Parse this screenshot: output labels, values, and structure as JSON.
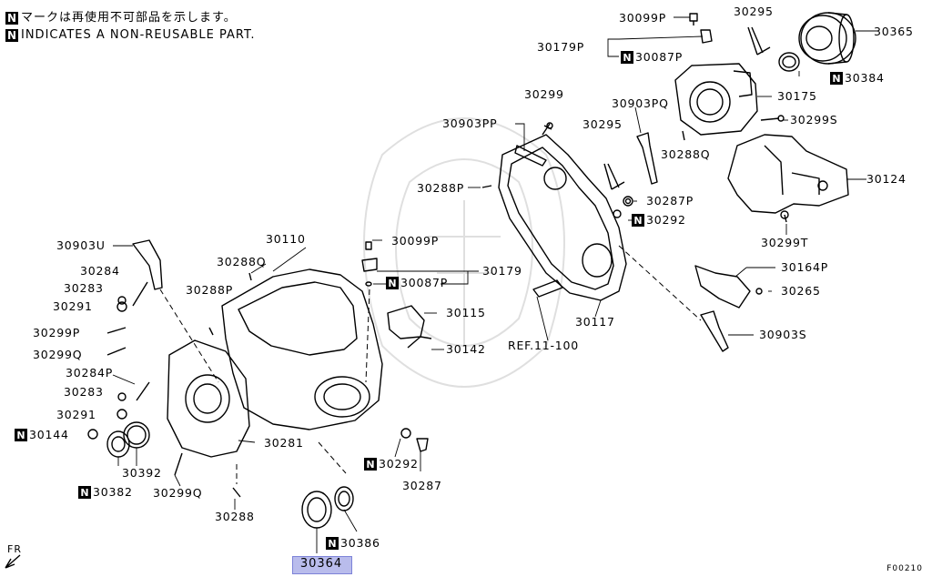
{
  "notes": {
    "jp": "マークは再使用不可部品を示します。",
    "en": "INDICATES A NON-REUSABLE PART.",
    "n_mark": "N"
  },
  "selected_part": "30364",
  "figure_code": "F00210",
  "orientation_label": "FR",
  "ref_label": "REF.11-100",
  "labels": [
    {
      "id": "l1",
      "text": "30099P",
      "n": false
    },
    {
      "id": "l2",
      "text": "30295",
      "n": false
    },
    {
      "id": "l3",
      "text": "30365",
      "n": false
    },
    {
      "id": "l4",
      "text": "30179P",
      "n": false
    },
    {
      "id": "l5",
      "text": "30087P",
      "n": true
    },
    {
      "id": "l6",
      "text": "30384",
      "n": true
    },
    {
      "id": "l7",
      "text": "30299",
      "n": false
    },
    {
      "id": "l8",
      "text": "30903PQ",
      "n": false
    },
    {
      "id": "l9",
      "text": "30175",
      "n": false
    },
    {
      "id": "l10",
      "text": "30903PP",
      "n": false
    },
    {
      "id": "l11",
      "text": "30295",
      "n": false
    },
    {
      "id": "l12",
      "text": "30299S",
      "n": false
    },
    {
      "id": "l13",
      "text": "30288Q",
      "n": false
    },
    {
      "id": "l14",
      "text": "30124",
      "n": false
    },
    {
      "id": "l15",
      "text": "30288P",
      "n": false
    },
    {
      "id": "l16",
      "text": "30287P",
      "n": false
    },
    {
      "id": "l17",
      "text": "30292",
      "n": true
    },
    {
      "id": "l18",
      "text": "30299T",
      "n": false
    },
    {
      "id": "l19",
      "text": "30903U",
      "n": false
    },
    {
      "id": "l20",
      "text": "30110",
      "n": false
    },
    {
      "id": "l21",
      "text": "30099P",
      "n": false
    },
    {
      "id": "l22",
      "text": "30164P",
      "n": false
    },
    {
      "id": "l23",
      "text": "30284",
      "n": false
    },
    {
      "id": "l24",
      "text": "30288Q",
      "n": false
    },
    {
      "id": "l25",
      "text": "30179",
      "n": false
    },
    {
      "id": "l26",
      "text": "30283",
      "n": false
    },
    {
      "id": "l27",
      "text": "30288P",
      "n": false
    },
    {
      "id": "l28",
      "text": "30087P",
      "n": true
    },
    {
      "id": "l29",
      "text": "30265",
      "n": false
    },
    {
      "id": "l30",
      "text": "30291",
      "n": false
    },
    {
      "id": "l31",
      "text": "30115",
      "n": false
    },
    {
      "id": "l32",
      "text": "30117",
      "n": false
    },
    {
      "id": "l33",
      "text": "30299P",
      "n": false
    },
    {
      "id": "l34",
      "text": "30903S",
      "n": false
    },
    {
      "id": "l35",
      "text": "30142",
      "n": false
    },
    {
      "id": "l36",
      "text": "30299Q",
      "n": false
    },
    {
      "id": "l37",
      "text": "30284P",
      "n": false
    },
    {
      "id": "l38",
      "text": "30283",
      "n": false
    },
    {
      "id": "l39",
      "text": "30291",
      "n": false
    },
    {
      "id": "l40",
      "text": "30144",
      "n": true
    },
    {
      "id": "l41",
      "text": "30281",
      "n": false
    },
    {
      "id": "l42",
      "text": "30392",
      "n": false
    },
    {
      "id": "l43",
      "text": "30292",
      "n": true
    },
    {
      "id": "l44",
      "text": "30382",
      "n": true
    },
    {
      "id": "l45",
      "text": "30299Q",
      "n": false
    },
    {
      "id": "l46",
      "text": "30287",
      "n": false
    },
    {
      "id": "l47",
      "text": "30288",
      "n": false
    },
    {
      "id": "l48",
      "text": "30386",
      "n": true
    }
  ]
}
